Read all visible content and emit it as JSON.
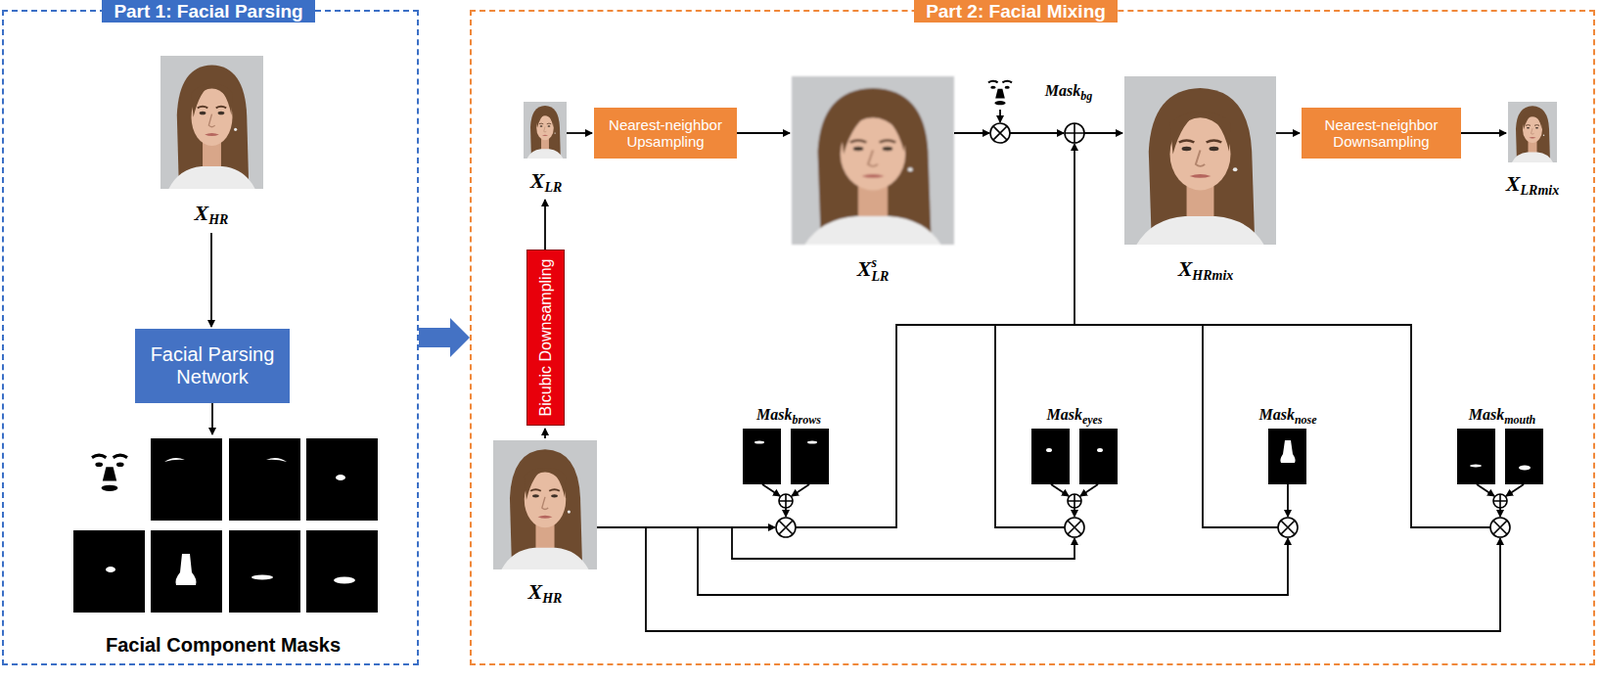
{
  "diagram": {
    "nodes": [
      {
        "text": [
          "Part 1: Facial Parsing"
        ]
      },
      {
        "text": [
          "Facial Parsing Network"
        ],
        "in": 0
      },
      {
        "text": [
          "Part 2: Facial Mixing"
        ]
      },
      {
        "text": [
          "Nearest-neighbor Upsampling"
        ],
        "in": 2
      },
      {
        "text": [
          "Nearest-neighbor Downsampling"
        ],
        "in": 2
      },
      {
        "text": [
          "Bicubic Downsampling"
        ],
        "in": 2
      }
    ],
    "edges": [
      {
        "from": 0,
        "to": 2,
        "arrow": "to"
      }
    ],
    "labels": [
      "X",
      "HR",
      "Facial Component Masks",
      "X",
      "LR",
      "X",
      "LR",
      "s",
      "Mask",
      "bg",
      "X",
      "HRmix",
      "X",
      "LRmix",
      "Mask",
      "brows",
      "Mask",
      "eyes",
      "Mask",
      "nose",
      "Mask",
      "mouth",
      "X",
      "HR"
    ]
  }
}
